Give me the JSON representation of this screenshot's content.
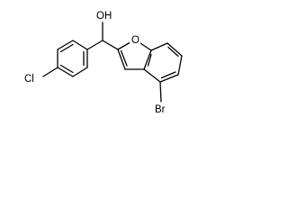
{
  "molecule": {
    "labels": {
      "hydroxyl": "OH",
      "ring_oxygen": "O",
      "chlorine": "Cl",
      "bromine": "Br"
    }
  }
}
